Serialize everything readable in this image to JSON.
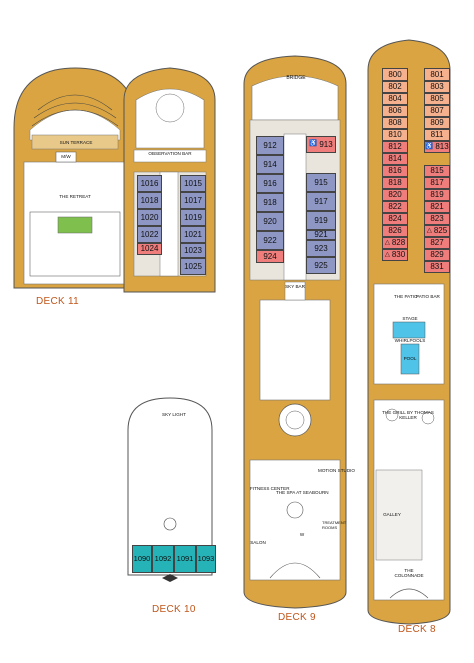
{
  "colors": {
    "deck_wood": "#d9a441",
    "standard_suite": "#8e97c4",
    "accessible_suite": "#ee7d7b",
    "penthouse_suite": "#f5b08d",
    "pool": "#4fc3e8",
    "label": "#c0561a"
  },
  "decks": {
    "deck11": {
      "name": "DECK 11",
      "sun_terrace": "SUN TERRACE",
      "restroom": "M/W",
      "retreat": "THE RETREAT"
    },
    "deck10": {
      "name": "DECK 10",
      "observation_bar": "OBSERVATION BAR",
      "sky_light": "SKY LIGHT",
      "cabins_left": [
        "1016",
        "1018",
        "1020",
        "1022",
        "1024"
      ],
      "cabins_right": [
        "1015",
        "1017",
        "1019",
        "1021",
        "1023",
        "1025"
      ],
      "cabins_bottom": [
        "1090",
        "1092",
        "1091",
        "1093"
      ]
    },
    "deck9": {
      "name": "DECK 9",
      "bridge": "BRIDGE",
      "sky_bar": "SKY BAR",
      "fitness_center": "FITNESS CENTER",
      "spa": "THE SPA AT SEABOURN",
      "motion_studio": "MOTION STUDIO",
      "treatment_rooms": "TREATMENT ROOMS",
      "salon": "SALON",
      "restroom": "W",
      "cabins_left": [
        "912",
        "914",
        "916",
        "918",
        "920",
        "922",
        "924"
      ],
      "cabins_right": [
        "913",
        "915",
        "917",
        "919",
        "921",
        "923",
        "925"
      ]
    },
    "deck8": {
      "name": "DECK 8",
      "patio": "THE PATIO",
      "patio_bar": "PATIO BAR",
      "stage": "STAGE",
      "whirlpools": "WHIRLPOOLS",
      "pool": "POOL",
      "grill": "THE GRILL BY THOMAS KELLER",
      "galley": "GALLEY",
      "colonnade": "THE COLONNADE",
      "cabins_left": [
        "800",
        "802",
        "804",
        "806",
        "808",
        "810",
        "812",
        "814",
        "816",
        "818",
        "820",
        "822",
        "824",
        "826",
        "828",
        "830"
      ],
      "cabins_right": [
        "801",
        "803",
        "805",
        "807",
        "809",
        "811",
        "813",
        "815",
        "817",
        "819",
        "821",
        "823",
        "825",
        "827",
        "829",
        "831"
      ]
    }
  }
}
